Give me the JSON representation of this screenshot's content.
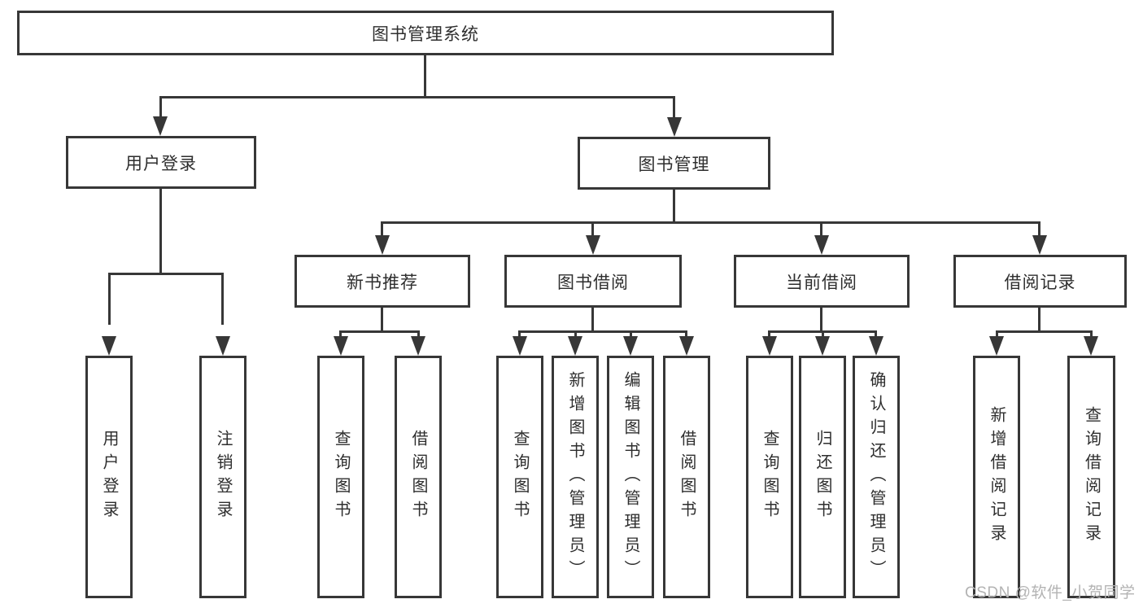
{
  "diagram": {
    "type": "hierarchy-flowchart",
    "colors": {
      "line": "#373737",
      "box_background": "#ffffff",
      "text": "#2e2e2e",
      "watermark": "#b3b3b3"
    },
    "tree": {
      "label": "图书管理系统",
      "children": [
        {
          "label": "用户登录",
          "children": [
            {
              "label": "用户登录"
            },
            {
              "label": "注销登录"
            }
          ]
        },
        {
          "label": "图书管理",
          "children": [
            {
              "label": "新书推荐",
              "children": [
                {
                  "label": "查询图书"
                },
                {
                  "label": "借阅图书"
                }
              ]
            },
            {
              "label": "图书借阅",
              "children": [
                {
                  "label": "查询图书"
                },
                {
                  "label": "新增图书（管理员）"
                },
                {
                  "label": "编辑图书（管理员）"
                },
                {
                  "label": "借阅图书"
                }
              ]
            },
            {
              "label": "当前借阅",
              "children": [
                {
                  "label": "查询图书"
                },
                {
                  "label": "归还图书"
                },
                {
                  "label": "确认归还（管理员）"
                }
              ]
            },
            {
              "label": "借阅记录",
              "children": [
                {
                  "label": "新增借阅记录"
                },
                {
                  "label": "查询借阅记录"
                }
              ]
            }
          ]
        }
      ]
    }
  },
  "watermark": {
    "text": "CSDN @软件_小贺同学"
  }
}
